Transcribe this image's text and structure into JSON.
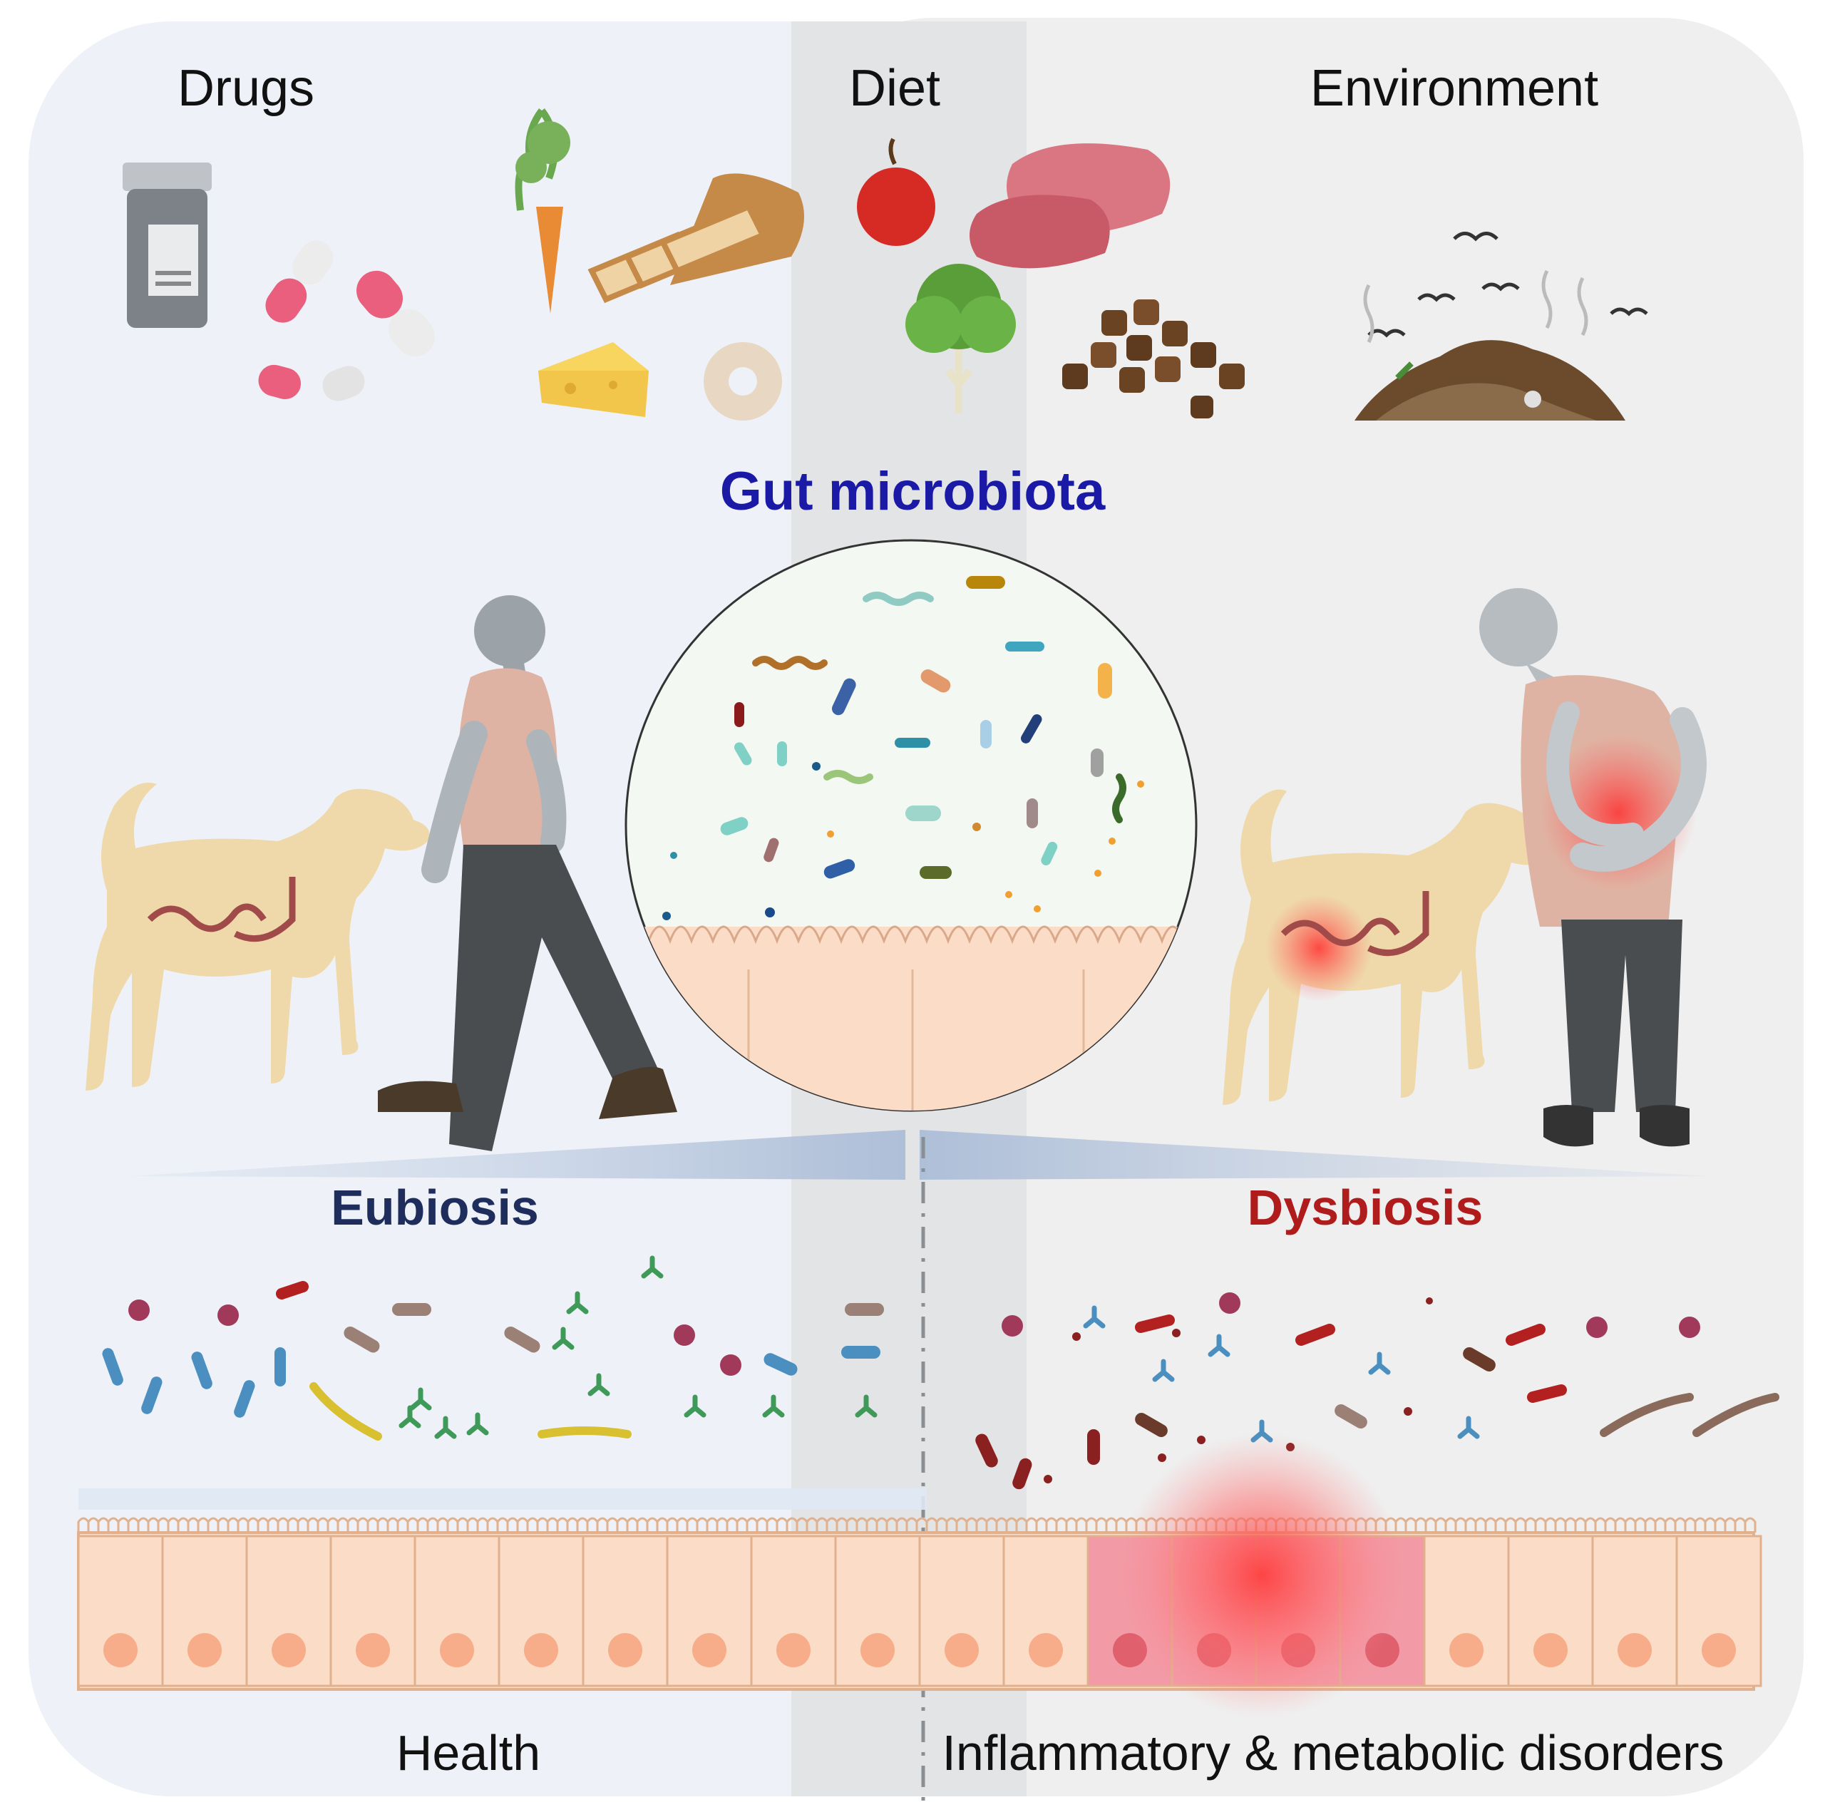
{
  "labels": {
    "drugs": "Drugs",
    "diet": "Diet",
    "environment": "Environment",
    "gut_microbiota": "Gut microbiota",
    "eubiosis": "Eubiosis",
    "dysbiosis": "Dysbiosis",
    "health": "Health",
    "disorders": "Inflammatory & metabolic disorders"
  },
  "colors": {
    "left_panel": "#eef2f8",
    "right_panel": "#efefef",
    "diet_overlap": "#e3e4e6",
    "gut_microbiota_text": "#1a1aa6",
    "eubiosis_text": "#1f2d5c",
    "dysbiosis_text": "#b01c1c",
    "epithelium": "#fbdcc6",
    "inflammation": "#ff4a4a"
  },
  "icons": [
    "pill-bottle-icon",
    "capsule-icon",
    "carrot-icon",
    "bread-icon",
    "cheese-icon",
    "donut-icon",
    "apple-icon",
    "meat-icon",
    "lettuce-icon",
    "kibble-icon",
    "waste-pile-icon",
    "bird-icon",
    "dog-icon",
    "walking-man-icon",
    "sick-man-icon",
    "microbe-circle-icon",
    "epithelium-icon"
  ]
}
